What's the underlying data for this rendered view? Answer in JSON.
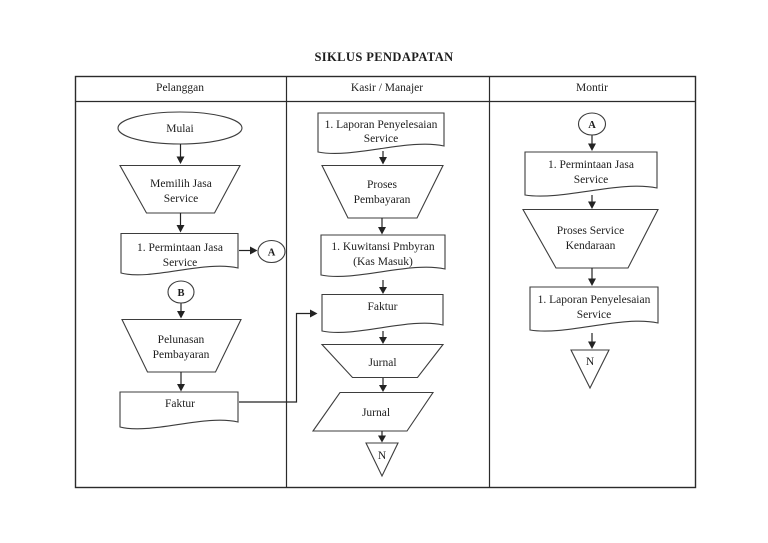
{
  "page": {
    "title": "SIKLUS PENDAPATAN",
    "background": "#ffffff",
    "ink": "#1d1d1d"
  },
  "lanes": {
    "pelanggan": "Pelanggan",
    "kasir": "Kasir / Manajer",
    "montir": "Montir"
  },
  "pelanggan": {
    "start": "Mulai",
    "memilih": {
      "l1": "Memilih Jasa",
      "l2": "Service"
    },
    "permintaan": {
      "l1": "1. Permintaan Jasa",
      "l2": "Service"
    },
    "connector_a": "A",
    "connector_b": "B",
    "pelunasan": {
      "l1": "Pelunasan",
      "l2": "Pembayaran"
    },
    "faktur": "Faktur"
  },
  "kasir": {
    "laporan": {
      "l1": "1. Laporan Penyelesaian",
      "l2": "Service"
    },
    "proses": {
      "l1": "Proses",
      "l2": "Pembayaran"
    },
    "kuwitansi": {
      "l1": "1. Kuwitansi Pmbyran",
      "l2": "(Kas Masuk)"
    },
    "faktur": "Faktur",
    "jurnal_manual": "Jurnal",
    "jurnal_output": "Jurnal",
    "archive": "N"
  },
  "montir": {
    "connector_a": "A",
    "permintaan": {
      "l1": "1. Permintaan Jasa",
      "l2": "Service"
    },
    "proses": {
      "l1": "Proses Service",
      "l2": "Kendaraan"
    },
    "laporan": {
      "l1": "1. Laporan Penyelesaian",
      "l2": "Service"
    },
    "archive": "N"
  }
}
